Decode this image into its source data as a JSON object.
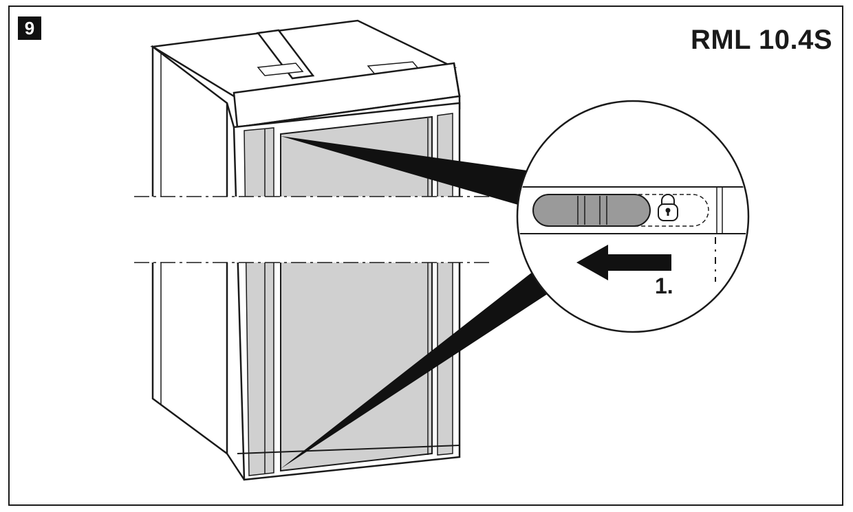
{
  "figure": {
    "step_number": "9",
    "model": "RML 10.4S",
    "instruction_step": "1."
  },
  "icons": {
    "lock": "padlock-icon",
    "arrow": "arrow-left-icon"
  },
  "colors": {
    "line": "#1a1a1a",
    "door_panel": "#d0d0d0",
    "slider": "#9a9a9a",
    "background": "#ffffff"
  }
}
